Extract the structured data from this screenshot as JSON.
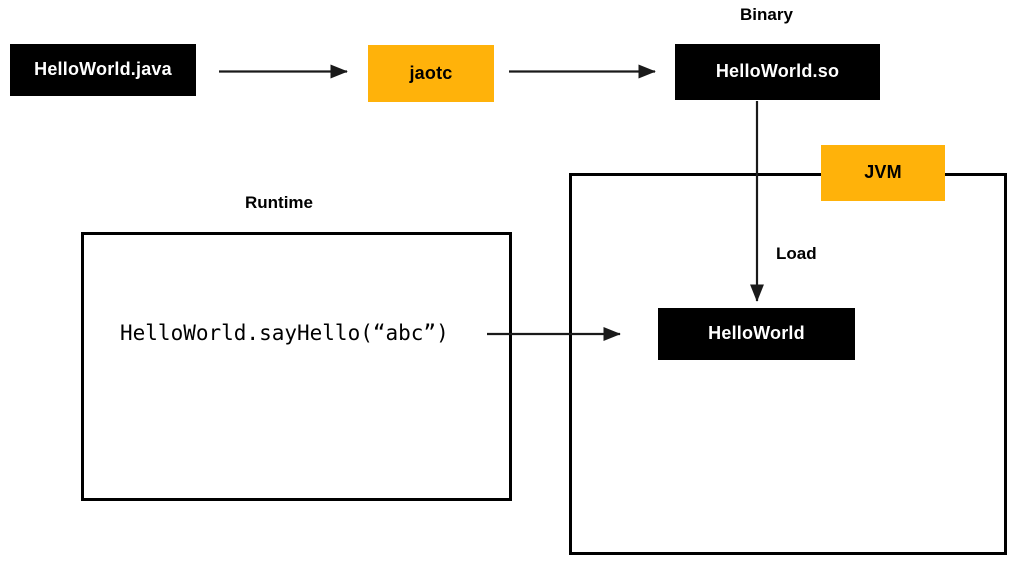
{
  "diagram": {
    "title": "Java AOT compilation (jaotc) and JVM load flow",
    "colors": {
      "accent_orange": "#ffb20a",
      "box_black": "#000000",
      "text_on_black": "#ffffff",
      "line": "#1a1a1a",
      "background": "#ffffff"
    },
    "nodes": {
      "source_file": {
        "label": "HelloWorld.java",
        "style": "black"
      },
      "compiler": {
        "label": "jaotc",
        "style": "orange"
      },
      "shared_object": {
        "label": "HelloWorld.so",
        "style": "black"
      },
      "jvm": {
        "label": "JVM",
        "style": "orange"
      },
      "loaded_class": {
        "label": "HelloWorld",
        "style": "black"
      }
    },
    "group_labels": {
      "binary": "Binary",
      "runtime": "Runtime"
    },
    "code": {
      "call_expression": "HelloWorld.sayHello(“abc”)"
    },
    "edges": [
      {
        "name": "compile-edge",
        "from": "HelloWorld.java",
        "to": "jaotc",
        "label": ""
      },
      {
        "name": "emit-edge",
        "from": "jaotc",
        "to": "HelloWorld.so",
        "label": ""
      },
      {
        "name": "load-edge",
        "from": "HelloWorld.so",
        "to": "HelloWorld",
        "label": "Load"
      },
      {
        "name": "invoke-edge",
        "from": "HelloWorld.sayHello(“abc”)",
        "to": "HelloWorld",
        "label": ""
      }
    ],
    "edge_labels": {
      "load": "Load"
    }
  }
}
